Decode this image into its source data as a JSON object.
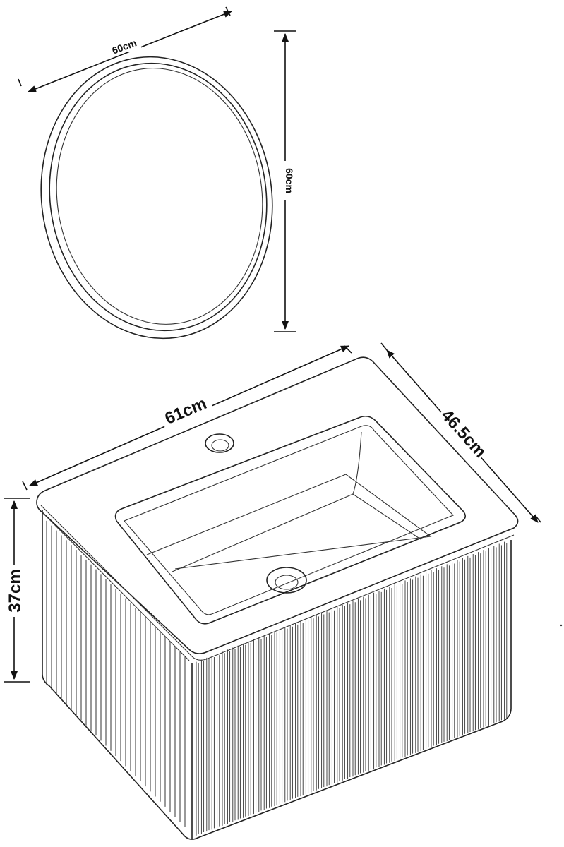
{
  "mirror": {
    "width_label": "60cm",
    "height_label": "60cm"
  },
  "vanity": {
    "width_label": "61cm",
    "depth_label": "46.5cm",
    "height_label": "37cm"
  },
  "colors": {
    "line": "#222222",
    "background": "#ffffff"
  }
}
